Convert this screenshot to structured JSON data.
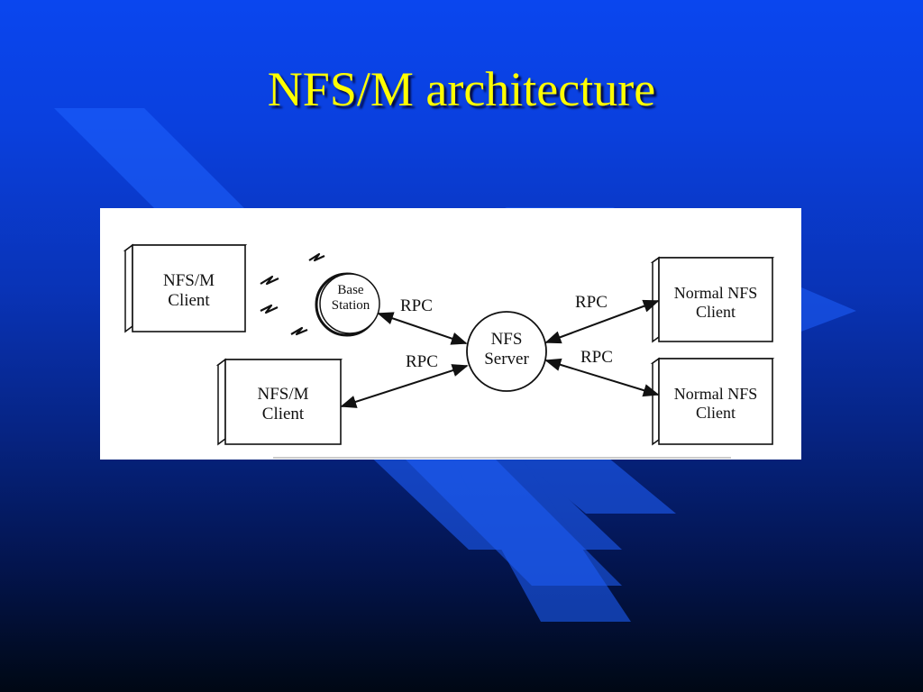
{
  "slide": {
    "title": "NFS/M architecture",
    "background_top": "#0a46ef",
    "background_bottom": "#000814",
    "title_color": "#ffff00"
  },
  "diagram": {
    "nfsm_client_top": [
      "NFS/M",
      "Client"
    ],
    "base_station": [
      "Base",
      "Station"
    ],
    "nfsm_client_bottom": [
      "NFS/M",
      "Client"
    ],
    "nfs_server": [
      "NFS",
      "Server"
    ],
    "normal_client_top": [
      "Normal NFS",
      "Client"
    ],
    "normal_client_bottom": [
      "Normal NFS",
      "Client"
    ],
    "rpc_labels": [
      "RPC",
      "RPC",
      "RPC",
      "RPC"
    ]
  }
}
